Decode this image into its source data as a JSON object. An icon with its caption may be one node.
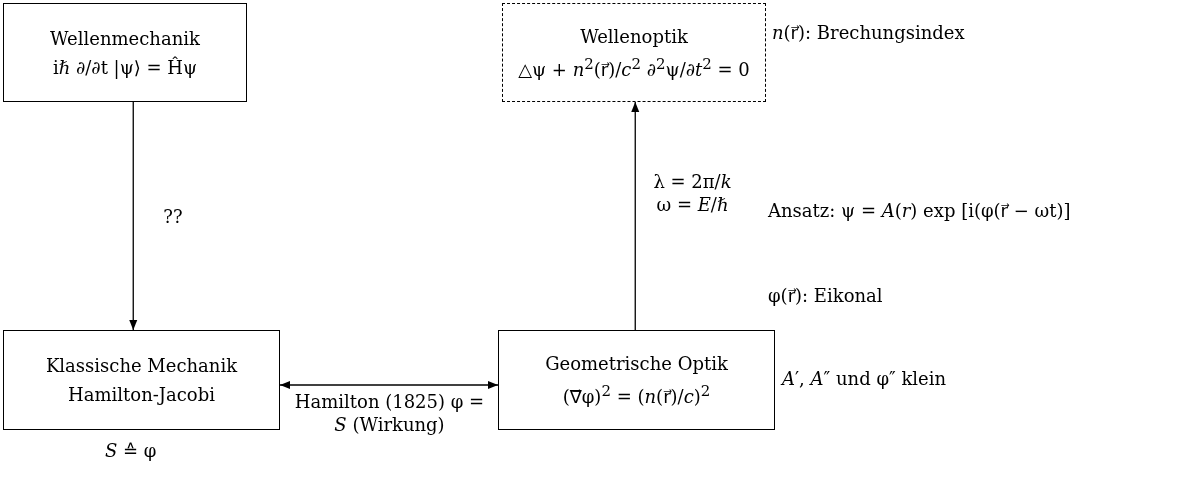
{
  "diagram": {
    "nodes": [
      {
        "text": [
          "Wellenmechanik",
          "iℏ ∂/∂t |ψ⟩ = Ĥψ"
        ]
      },
      {
        "text": [
          "Wellenoptik",
          "△ψ + *n*$^{2}$(r⃗)/*c*$^{2}$ ∂$^{2}$ψ/∂*t*$^{2}$ = 0"
        ],
        "beside": [
          "*n*(r⃗): Brechungsindex"
        ]
      },
      {
        "text": [
          "Klassische Mechanik",
          "Hamilton-Jacobi"
        ],
        "beside": [
          "*S* ≙ φ"
        ]
      },
      {
        "text": [
          "Geometrische Optik",
          "(∇⃗φ)$^{2}$ = (*n*(r⃗)/*c*)$^{2}$"
        ],
        "beside": [
          "*A*′, *A*″ und φ″ klein"
        ]
      }
    ],
    "edges": [
      {
        "from": 0,
        "to": 2,
        "arrow": "to",
        "label": "??"
      },
      {
        "from": 2,
        "to": 3,
        "arrow": "both",
        "label": "Hamilton (1825) φ = *S* (Wirkung)"
      },
      {
        "from": 3,
        "to": 1,
        "arrow": "to",
        "label": "λ = 2π/*k* ω = *E*/ℏ"
      }
    ],
    "labels": [
      "Ansatz: ψ = *A*(*r*) exp [i(φ(r⃗ − ωt)]",
      "φ(r⃗): Eikonal"
    ]
  }
}
